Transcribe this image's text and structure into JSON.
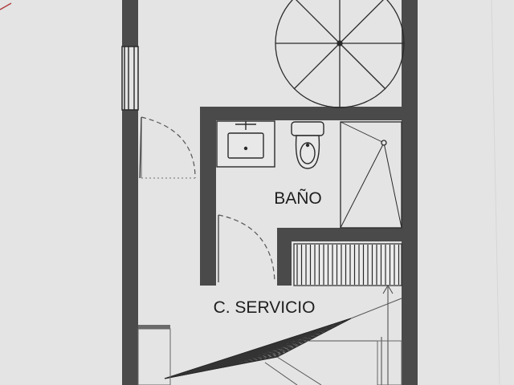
{
  "plan": {
    "rooms": [
      {
        "id": "bano",
        "label": "BAÑO"
      },
      {
        "id": "cuarto-servicio",
        "label": "C. SERVICIO"
      }
    ],
    "fixtures": [
      "spiral-staircase",
      "washbasin",
      "toilet",
      "shower",
      "stair-flight",
      "doors",
      "window"
    ]
  },
  "colors": {
    "paper": "#e4e4e4",
    "wall": "#4a4a4a",
    "line": "#2a2a2a",
    "thin_line": "#555555"
  }
}
